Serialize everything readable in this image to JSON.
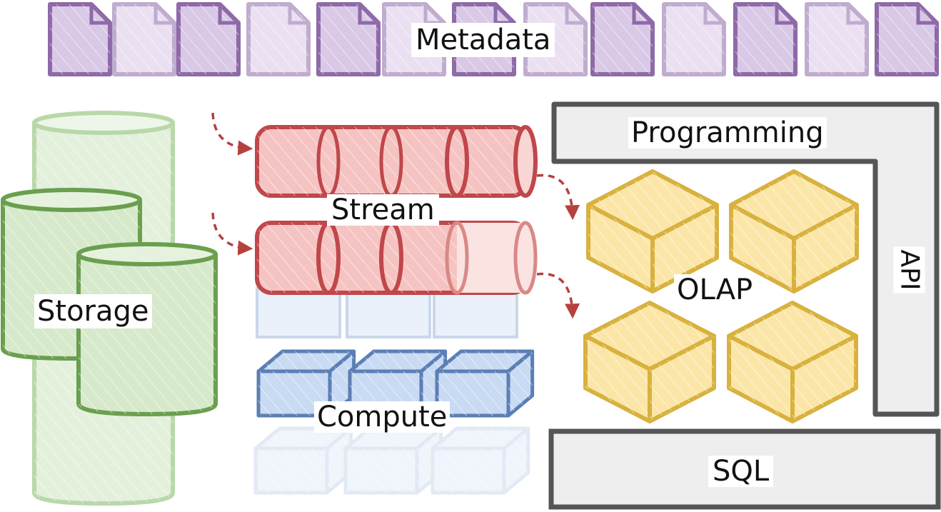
{
  "labels": {
    "metadata": "Metadata",
    "stream": "Stream",
    "storage": "Storage",
    "compute": "Compute",
    "programming": "Programming",
    "olap": "OLAP",
    "sql": "SQL",
    "api": "API"
  },
  "colors": {
    "metadata": "#8e6aa8",
    "metadata_fill": "#d9c8e6",
    "metadata_faded": "#c4b2d6",
    "storage": "#6a9f4f",
    "storage_fill": "#d6e9cb",
    "storage_faded": "#b9d8a9",
    "stream": "#c0474a",
    "stream_fill": "#f5c4c2",
    "compute": "#5b7fb5",
    "compute_fill": "#c9daf3",
    "compute_faded": "#c6d5ec",
    "olap": "#d8b13e",
    "olap_fill": "#fbe6a8",
    "frame": "#555555",
    "frame_fill": "#eeeeee"
  },
  "icons": [
    "document-icon",
    "cylinder-icon",
    "pipe-icon",
    "cube-icon",
    "arrow-icon"
  ]
}
